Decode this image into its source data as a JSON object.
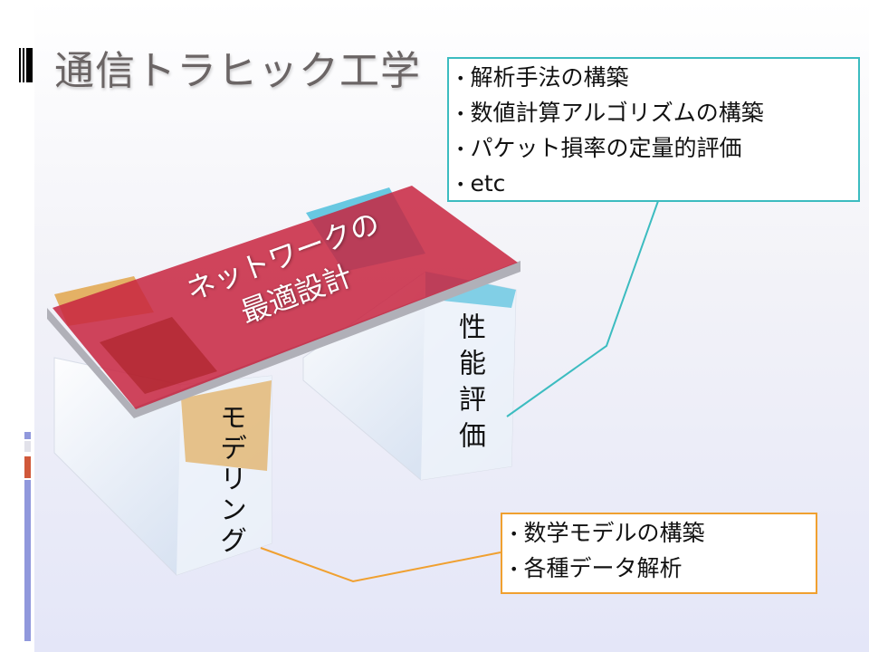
{
  "title": "通信トラヒック工学",
  "diagram": {
    "tabletop_label": [
      "ネットワークの",
      "最適設計"
    ],
    "left_leg_label": "モデリング",
    "right_leg_label": "性能評価"
  },
  "callouts": {
    "performance": [
      "解析手法の構築",
      "数値計算アルゴリズムの構築",
      "パケット損率の定量的評価",
      "etc"
    ],
    "modeling": [
      "数学モデルの構築",
      "各種データ解析"
    ]
  },
  "colors": {
    "teal": "#3cbcc0",
    "orange": "#f0a030",
    "slab": "#c8243f",
    "accent_bar": "#9098dc",
    "accent_red": "#d0583a"
  }
}
